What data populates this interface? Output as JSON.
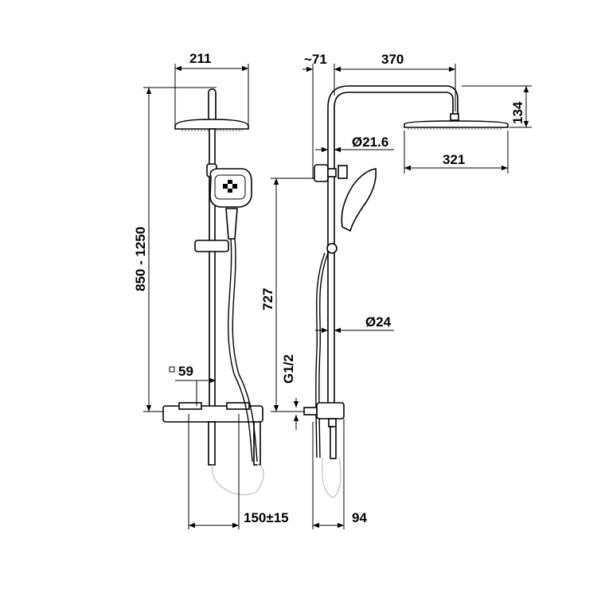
{
  "dimensions": {
    "front_head_width": "211",
    "total_height": "850 - 1250",
    "valve_square": "59",
    "center_distance": "150±15",
    "arm_offset": "~71",
    "arm_length": "370",
    "head_height": "134",
    "pipe_diameter_top": "Ø21.6",
    "side_head_width": "321",
    "slide_height": "727",
    "pipe_diameter_bottom": "Ø24",
    "thread_size": "G1/2",
    "wall_depth": "94"
  }
}
